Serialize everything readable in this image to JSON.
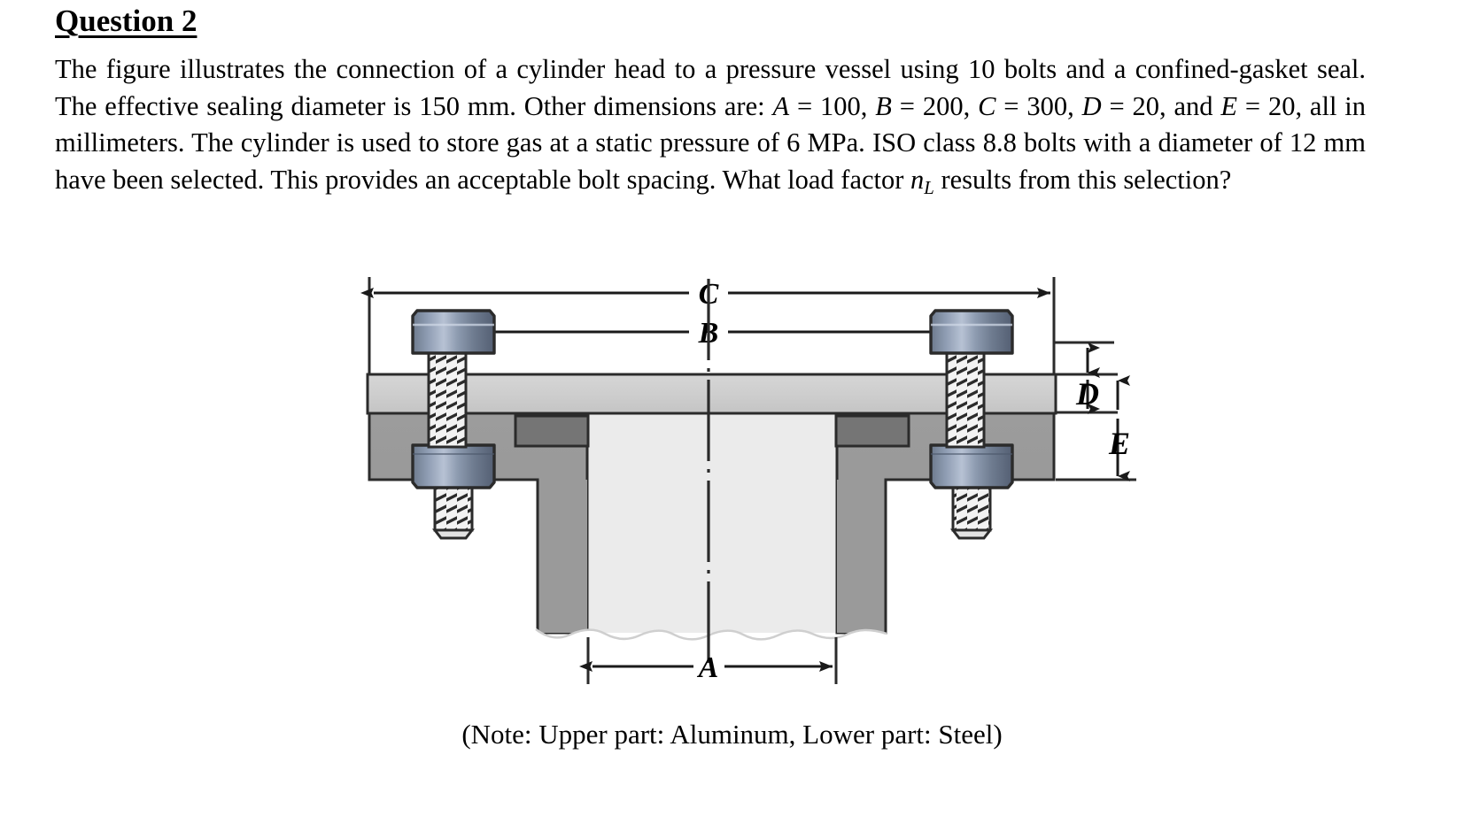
{
  "document": {
    "title": "Question 2",
    "problem": {
      "seg1": "The figure illustrates the connection of a cylinder head to a pressure vessel using 10 bolts and a confined-gasket seal. The effective sealing diameter is 150 mm. Other dimensions are: ",
      "varA": "A",
      "eq1": " = 100, ",
      "varB": "B",
      "eq2": " = 200, ",
      "varC": "C",
      "eq3": " = 300, ",
      "varD": "D",
      "eq4": " = 20, and ",
      "varE": "E",
      "eq5": " = 20, all in millimeters. The cylinder is used to store gas at a static pressure of 6 MPa. ISO class 8.8 bolts with a diameter of 12 mm have been selected. This provides an acceptable bolt spacing. What load factor ",
      "varN": "n",
      "varNsub": "L",
      "seg2": " results from this selection?"
    },
    "caption": "(Note: Upper part: Aluminum, Lower part: Steel)"
  },
  "figure": {
    "dimensions": {
      "C": "C",
      "B": "B",
      "A": "A",
      "D": "D",
      "E": "E"
    },
    "values": {
      "A": "100",
      "B": "200",
      "C": "300",
      "D": "20",
      "E": "20",
      "sealing_diameter": "150",
      "pressure": "6 MPa",
      "bolt_count": "10",
      "bolt_class": "8.8",
      "bolt_diameter": "12 mm",
      "units": "mm"
    },
    "materials": {
      "upper": "Aluminum",
      "lower": "Steel"
    },
    "colors": {
      "aluminum_plate": "#cfcfcf",
      "steel_body": "#9a9a9a",
      "bore": "#e9e9e9",
      "gasket_groove": "#7a7a7a",
      "bolt_metal": "#8e9bb0",
      "bolt_dark": "#5d6a80",
      "outline": "#2b2b2b"
    }
  }
}
